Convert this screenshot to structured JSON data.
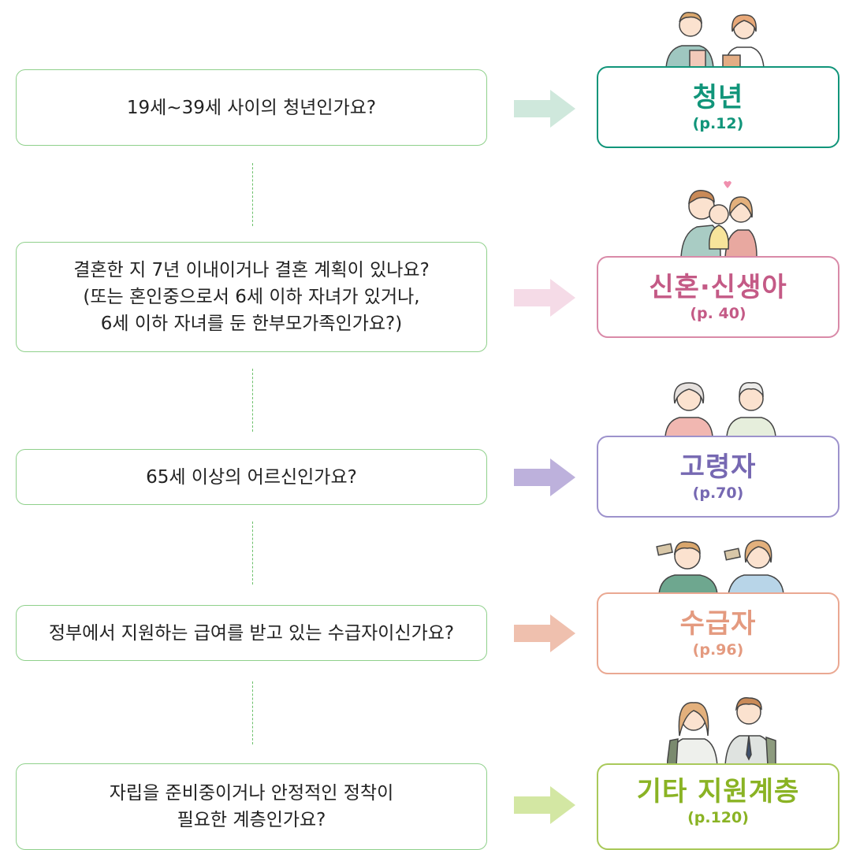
{
  "rows": [
    {
      "question": "19세~39세 사이의 청년인가요?",
      "category": "청년",
      "page": "(p.12)",
      "illustration": "young-adults-with-books-icon",
      "color": "#11957a",
      "arrow_color": "#cfe8dc"
    },
    {
      "question": "결혼한 지 7년 이내이거나 결혼 계획이 있나요?\n(또는 혼인중으로서 6세 이하 자녀가 있거나,\n6세 이하 자녀를 둔 한부모가족인가요?)",
      "category": "신혼·신생아",
      "page": "(p. 40)",
      "illustration": "family-with-baby-icon",
      "color": "#c45a86",
      "arrow_color": "#f5dbe7"
    },
    {
      "question": "65세 이상의 어르신인가요?",
      "category": "고령자",
      "page": "(p.70)",
      "illustration": "elderly-couple-icon",
      "color": "#7668b2",
      "arrow_color": "#bdb1dc"
    },
    {
      "question": "정부에서 지원하는 급여를 받고 있는 수급자이신가요?",
      "category": "수급자",
      "page": "(p.96)",
      "illustration": "people-holding-cards-icon",
      "color": "#e49a7f",
      "arrow_color": "#efc0ae"
    },
    {
      "question": "자립을 준비중이거나 안정적인 정착이\n필요한 계층인가요?",
      "category": "기타 지원계층",
      "page": "(p.120)",
      "illustration": "students-with-backpacks-icon",
      "color": "#8ab324",
      "arrow_color": "#d3e7a3"
    }
  ]
}
